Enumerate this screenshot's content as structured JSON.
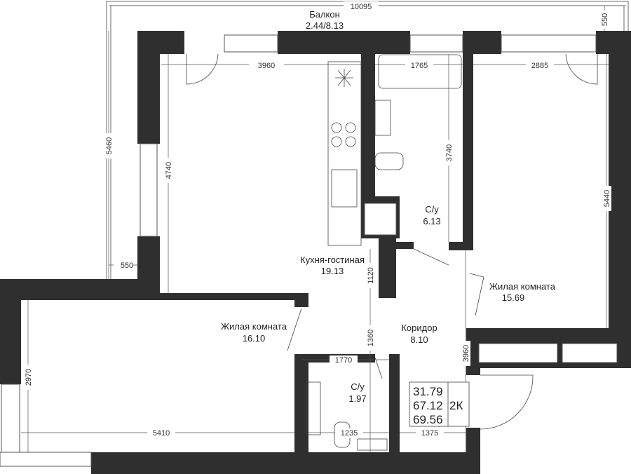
{
  "rooms": {
    "balcony": {
      "name": "Балкон",
      "area": "2.44/8.13"
    },
    "kitchen": {
      "name": "Кухня-гостиная",
      "area": "19.13"
    },
    "bath_large": {
      "name": "С/у",
      "area": "6.13"
    },
    "bedroom_right": {
      "name": "Жилая комната",
      "area": "15.69"
    },
    "bedroom_left": {
      "name": "Жилая комната",
      "area": "16.10"
    },
    "corridor": {
      "name": "Коридор",
      "area": "8.10"
    },
    "bath_small": {
      "name": "С/у",
      "area": "1.97"
    }
  },
  "dimensions": {
    "total_width": "10095",
    "balcony_depth_right": "550",
    "balcony_depth_left": "550",
    "balcony_length": "5460",
    "kitchen_width": "3960",
    "bath_width": "1765",
    "bedroom_right_width": "2885",
    "kitchen_depth": "4740",
    "bath_depth": "3740",
    "bedroom_right_depth": "5440",
    "corridor_a": "1120",
    "corridor_b": "1360",
    "corridor_c": "3960",
    "bath_small_width": "1770",
    "bath_small_inner": "1235",
    "entry_width": "1375",
    "bedroom_left_width": "5410",
    "bedroom_left_depth": "2970"
  },
  "summary": {
    "living_area": "31.79",
    "total_area": "67.12",
    "total_with_balcony": "69.56",
    "type": "2К"
  }
}
